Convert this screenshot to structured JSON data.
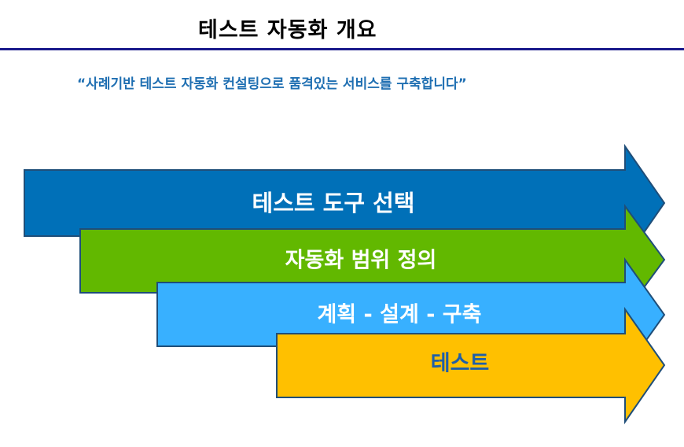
{
  "slide": {
    "title": "테스트 자동화 개요",
    "subtitle": "“사례기반 테스트 자동화 컨설팅으로 품격있는 서비스를 구축합니다”"
  },
  "arrows": [
    {
      "label": "테스트 도구 선택",
      "fill": "#0070b8",
      "text_color": "#ffffff"
    },
    {
      "label": "자동화 범위 정의",
      "fill": "#62b800",
      "text_color": "#ffffff"
    },
    {
      "label": "계획 - 설계 - 구축",
      "fill": "#38b0ff",
      "text_color": "#ffffff"
    },
    {
      "label": "테스트",
      "fill": "#ffc000",
      "text_color": "#1f5fa8"
    }
  ],
  "colors": {
    "title_rule": "#1a1a8c",
    "subtitle": "#1f6fb2",
    "arrow_outline": "#1f4e79"
  }
}
